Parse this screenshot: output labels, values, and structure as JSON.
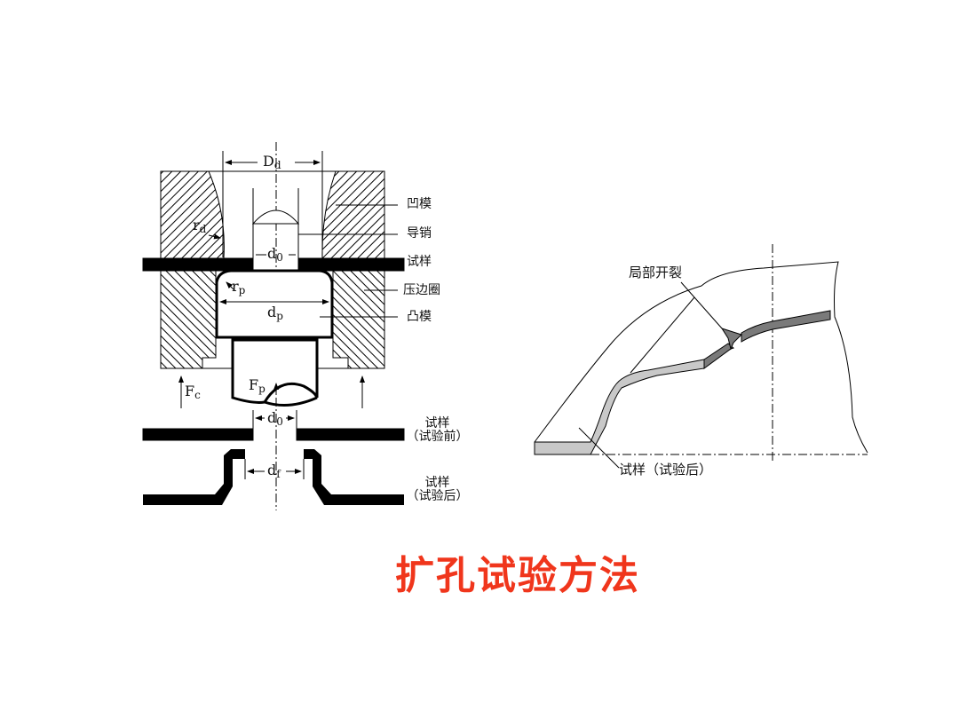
{
  "left_diagram": {
    "symbols": {
      "Dd": "D",
      "Dd_sub": "d",
      "rd": "r",
      "rd_sub": "d",
      "d0_top": "d",
      "d0_top_sub": "0",
      "rp": "r",
      "rp_sub": "p",
      "dp": "d",
      "dp_sub": "p",
      "Fc": "F",
      "Fc_sub": "c",
      "Fp": "F",
      "Fp_sub": "p",
      "d0_bottom": "d",
      "d0_bottom_sub": "0",
      "df": "d",
      "df_sub": "f"
    },
    "labels": {
      "die": "凹模",
      "guide_pin": "导销",
      "specimen": "试样",
      "blank_holder": "压边圈",
      "punch": "凸模",
      "specimen_before_1": "试样",
      "specimen_before_2": "（试验前）",
      "specimen_after_1": "试样",
      "specimen_after_2": "（试验后）"
    }
  },
  "right_diagram": {
    "crack_label": "局部开裂",
    "specimen_label": "试样（试验后）"
  },
  "title": "扩孔试验方法",
  "colors": {
    "title": "#f0361c",
    "specimen_light": "#c8c8c8",
    "specimen_dark": "#7a7a7a"
  }
}
